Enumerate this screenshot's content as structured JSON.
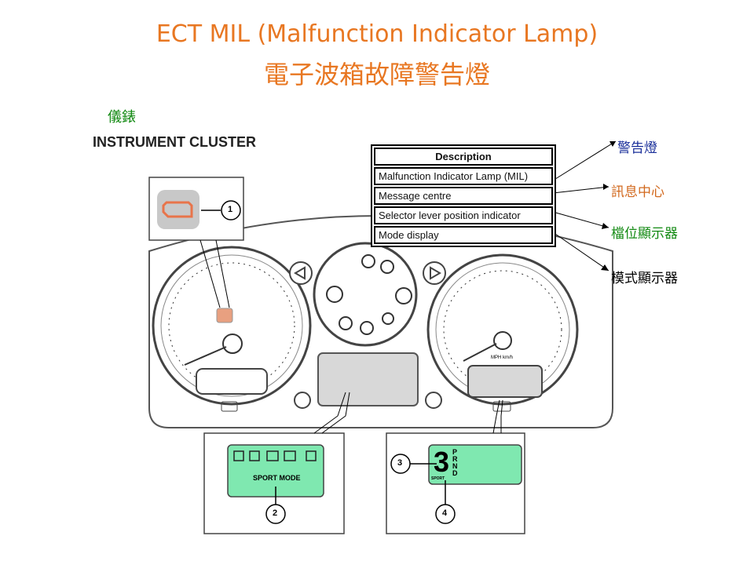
{
  "title": {
    "line1": "ECT MIL (Malfunction Indicator  Lamp)",
    "line2": "電子波箱故障警告燈"
  },
  "cluster": {
    "label_cn": "儀錶",
    "label_en": "INSTRUMENT CLUSTER"
  },
  "description_table": {
    "header": "Description",
    "rows": [
      "Malfunction Indicator Lamp (MIL)",
      "Message centre",
      "Selector lever position indicator",
      "Mode display"
    ]
  },
  "annotations": [
    {
      "text": "警告燈",
      "color": "#1a2f9a"
    },
    {
      "text": "訊息中心",
      "color": "#d2691e"
    },
    {
      "text": "檔位顯示器",
      "color": "#138a13"
    },
    {
      "text": "模式顯示器",
      "color": "#000000"
    }
  ],
  "callouts": [
    "1",
    "2",
    "3",
    "4"
  ],
  "message_centre_display": {
    "text": "SPORT MODE",
    "color": "#7fe8b0"
  },
  "gear_display": {
    "gear": "3",
    "letters": [
      "P",
      "R",
      "N",
      "D"
    ],
    "sub": "SPORT",
    "color": "#7fe8b0"
  },
  "gauges": {
    "speed_unit": "MPH km/h"
  },
  "colors": {
    "title": "#e87722",
    "mil_icon": "#e8744a"
  }
}
